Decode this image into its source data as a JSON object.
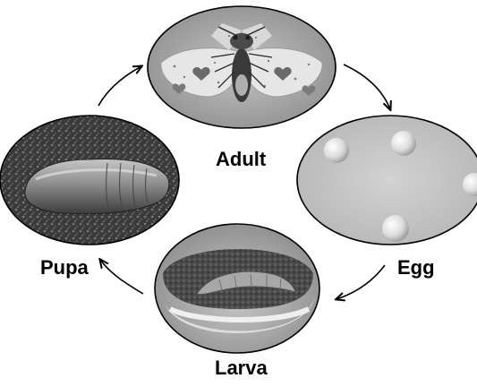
{
  "stages": {
    "adult": "Adult",
    "egg": "Egg",
    "larva": "Larva",
    "pupa": "Pupa"
  },
  "cycle_order": [
    "Adult",
    "Egg",
    "Larva",
    "Pupa"
  ],
  "colors": {
    "outline": "#000000",
    "text": "#000000",
    "arrow": "#000000",
    "background": "#ffffff"
  },
  "icons": {
    "adult": "moth-photo",
    "egg": "eggs-photo",
    "larva": "caterpillar-photo",
    "pupa": "pupa-photo"
  }
}
